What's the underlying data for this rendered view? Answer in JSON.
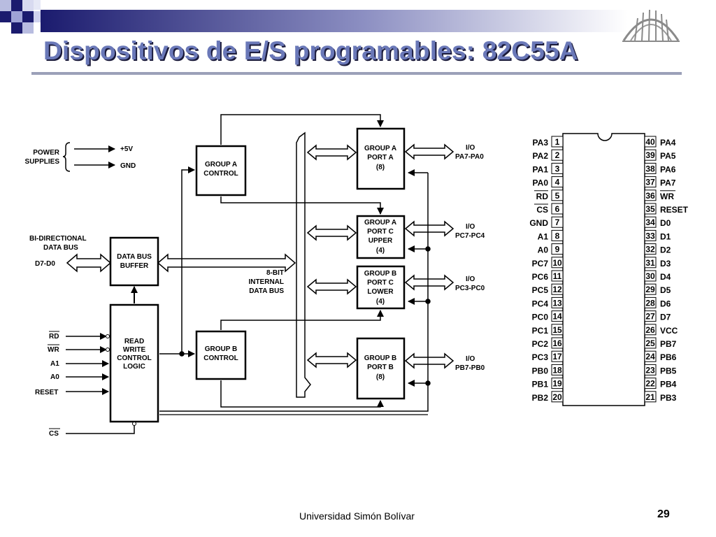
{
  "slide": {
    "title": "Dispositivos de E/S programables: 82C55A",
    "footer": "Universidad Simón Bolívar",
    "page": "29"
  },
  "block_diagram": {
    "power_label_1": "POWER",
    "power_label_2": "SUPPLIES",
    "vcc_label": "+5V",
    "gnd_label": "GND",
    "bidir_label_1": "BI-DIRECTIONAL",
    "bidir_label_2": "DATA BUS",
    "data_pins": "D7-D0",
    "data_bus_buffer": [
      "DATA BUS",
      "BUFFER"
    ],
    "rw_logic": [
      "READ",
      "WRITE",
      "CONTROL",
      "LOGIC"
    ],
    "group_a_control": [
      "GROUP A",
      "CONTROL"
    ],
    "group_b_control": [
      "GROUP B",
      "CONTROL"
    ],
    "internal_bus": [
      "8-BIT",
      "INTERNAL",
      "DATA BUS"
    ],
    "port_a": [
      "GROUP A",
      "PORT A",
      "(8)"
    ],
    "port_c_upper": [
      "GROUP A",
      "PORT C",
      "UPPER",
      "(4)"
    ],
    "port_c_lower": [
      "GROUP B",
      "PORT C",
      "LOWER",
      "(4)"
    ],
    "port_b": [
      "GROUP B",
      "PORT B",
      "(8)"
    ],
    "io_a": [
      "I/O",
      "PA7-PA0"
    ],
    "io_cu": [
      "I/O",
      "PC7-PC4"
    ],
    "io_cl": [
      "I/O",
      "PC3-PC0"
    ],
    "io_b": [
      "I/O",
      "PB7-PB0"
    ],
    "control_inputs": [
      "RD",
      "WR",
      "A1",
      "A0",
      "RESET"
    ],
    "cs_label": "CS"
  },
  "pinout": {
    "left": [
      {
        "num": "1",
        "name": "PA3"
      },
      {
        "num": "2",
        "name": "PA2"
      },
      {
        "num": "3",
        "name": "PA1"
      },
      {
        "num": "4",
        "name": "PA0"
      },
      {
        "num": "5",
        "name": "RD"
      },
      {
        "num": "6",
        "name": "CS"
      },
      {
        "num": "7",
        "name": "GND"
      },
      {
        "num": "8",
        "name": "A1"
      },
      {
        "num": "9",
        "name": "A0"
      },
      {
        "num": "10",
        "name": "PC7"
      },
      {
        "num": "11",
        "name": "PC6"
      },
      {
        "num": "12",
        "name": "PC5"
      },
      {
        "num": "13",
        "name": "PC4"
      },
      {
        "num": "14",
        "name": "PC0"
      },
      {
        "num": "15",
        "name": "PC1"
      },
      {
        "num": "16",
        "name": "PC2"
      },
      {
        "num": "17",
        "name": "PC3"
      },
      {
        "num": "18",
        "name": "PB0"
      },
      {
        "num": "19",
        "name": "PB1"
      },
      {
        "num": "20",
        "name": "PB2"
      }
    ],
    "right": [
      {
        "num": "40",
        "name": "PA4"
      },
      {
        "num": "39",
        "name": "PA5"
      },
      {
        "num": "38",
        "name": "PA6"
      },
      {
        "num": "37",
        "name": "PA7"
      },
      {
        "num": "36",
        "name": "WR"
      },
      {
        "num": "35",
        "name": "RESET"
      },
      {
        "num": "34",
        "name": "D0"
      },
      {
        "num": "33",
        "name": "D1"
      },
      {
        "num": "32",
        "name": "D2"
      },
      {
        "num": "31",
        "name": "D3"
      },
      {
        "num": "30",
        "name": "D4"
      },
      {
        "num": "29",
        "name": "D5"
      },
      {
        "num": "28",
        "name": "D6"
      },
      {
        "num": "27",
        "name": "D7"
      },
      {
        "num": "26",
        "name": "VCC"
      },
      {
        "num": "25",
        "name": "PB7"
      },
      {
        "num": "24",
        "name": "PB6"
      },
      {
        "num": "23",
        "name": "PB5"
      },
      {
        "num": "22",
        "name": "PB4"
      },
      {
        "num": "21",
        "name": "PB3"
      }
    ],
    "overlined": [
      "RD",
      "CS",
      "WR"
    ]
  }
}
